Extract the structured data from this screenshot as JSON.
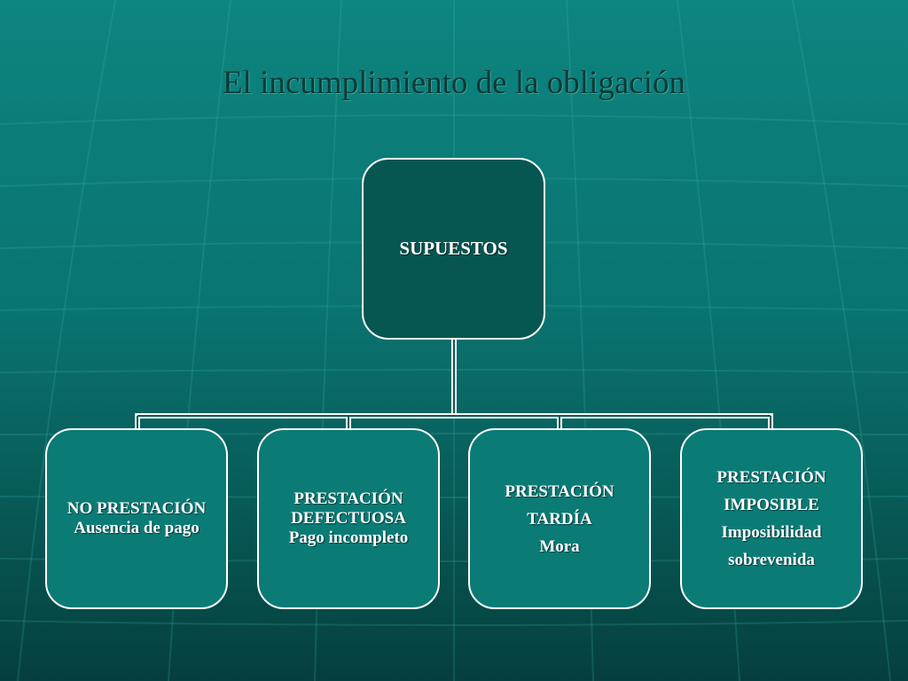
{
  "slide": {
    "title": "El incumplimiento de la obligación"
  },
  "diagram": {
    "root": {
      "label": "SUPUESTOS"
    },
    "children": [
      {
        "lines": [
          "NO PRESTACIÓN",
          "Ausencia de pago"
        ]
      },
      {
        "lines": [
          "PRESTACIÓN",
          "DEFECTUOSA",
          "Pago incompleto"
        ]
      },
      {
        "lines": [
          "PRESTACIÓN",
          "TARDÍA",
          "Mora"
        ]
      },
      {
        "lines": [
          "PRESTACIÓN",
          "IMPOSIBLE",
          "Imposibilidad",
          "sobrevenida"
        ]
      }
    ]
  },
  "colors": {
    "background": "#0a7470",
    "root_fill": "#065652",
    "child_fill": "#0b7b76",
    "border": "#ffffff",
    "title": "#0a3a36"
  }
}
